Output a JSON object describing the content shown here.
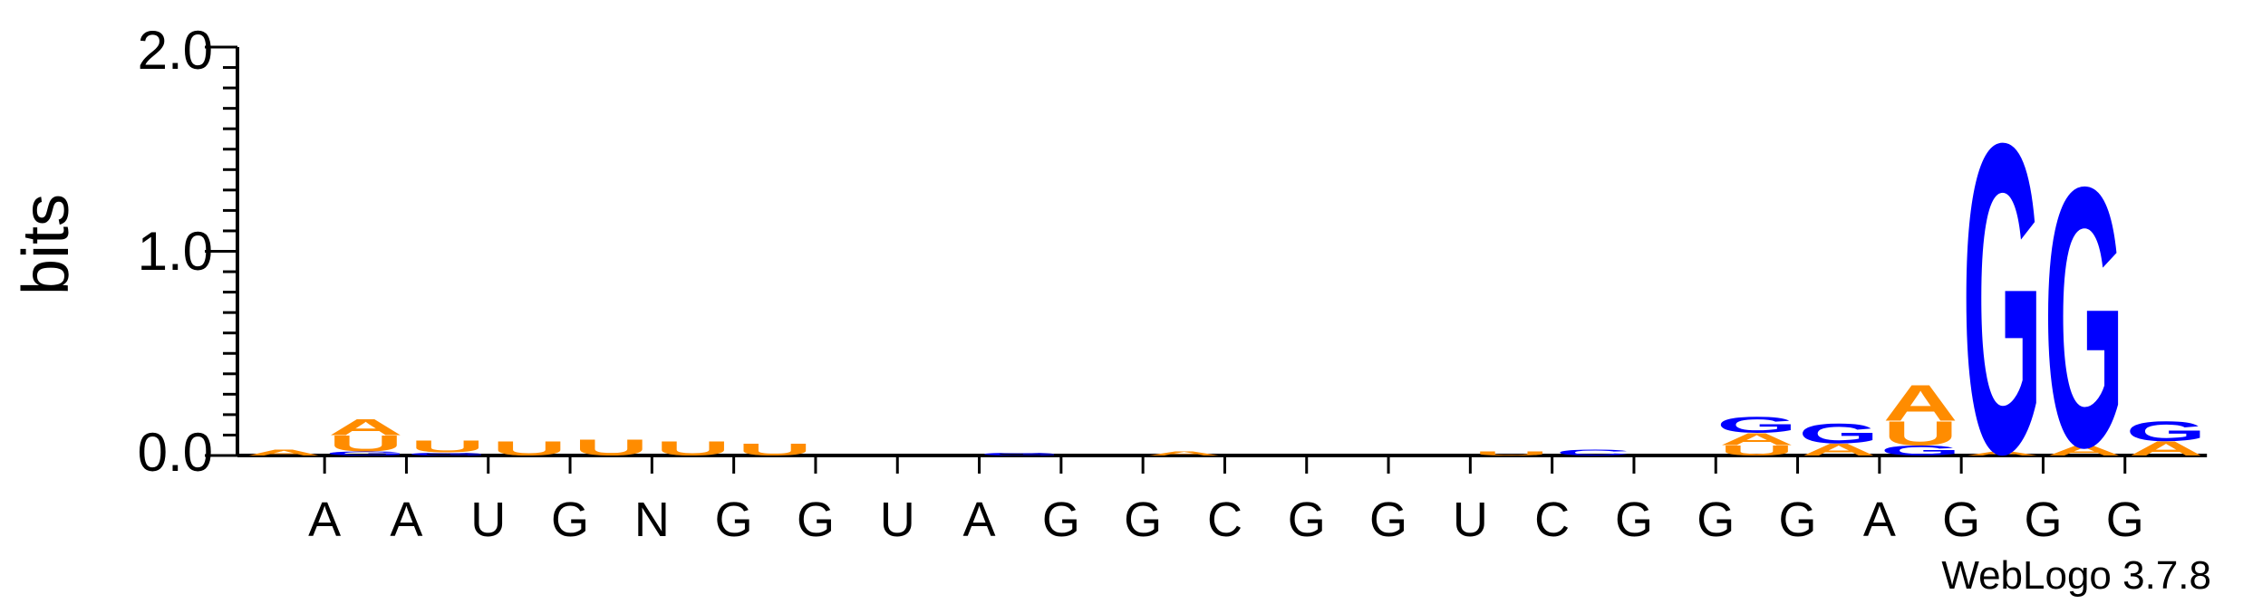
{
  "chart_data": {
    "type": "sequence-logo",
    "ylabel": "bits",
    "ylim": [
      0,
      2.0
    ],
    "y_ticks": [
      "0.0",
      "1.0",
      "2.0"
    ],
    "x_labels": [
      "A",
      "A",
      "U",
      "G",
      "N",
      "G",
      "G",
      "U",
      "A",
      "G",
      "G",
      "C",
      "G",
      "G",
      "U",
      "C",
      "G",
      "G",
      "G",
      "A",
      "G",
      "G",
      "G"
    ],
    "footer": "WebLogo 3.7.8",
    "colors": {
      "A": "#ff8c00",
      "U": "#ff8c00",
      "G": "#0000ff",
      "C": "#0000ff"
    },
    "positions": [
      [
        {
          "base": "A",
          "bits": 0.03
        }
      ],
      [
        {
          "base": "G",
          "bits": 0.02
        },
        {
          "base": "U",
          "bits": 0.08
        },
        {
          "base": "A",
          "bits": 0.08
        }
      ],
      [
        {
          "base": "G",
          "bits": 0.015
        },
        {
          "base": "U",
          "bits": 0.06
        }
      ],
      [
        {
          "base": "U",
          "bits": 0.07
        }
      ],
      [
        {
          "base": "U",
          "bits": 0.08
        }
      ],
      [
        {
          "base": "U",
          "bits": 0.07
        }
      ],
      [
        {
          "base": "U",
          "bits": 0.06
        }
      ],
      [],
      [],
      [
        {
          "base": "G",
          "bits": 0.015
        }
      ],
      [],
      [
        {
          "base": "A",
          "bits": 0.02
        }
      ],
      [],
      [],
      [],
      [
        {
          "base": "U",
          "bits": 0.02
        }
      ],
      [
        {
          "base": "C",
          "bits": 0.03
        }
      ],
      [],
      [
        {
          "base": "U",
          "bits": 0.05
        },
        {
          "base": "A",
          "bits": 0.06
        },
        {
          "base": "G",
          "bits": 0.08
        }
      ],
      [
        {
          "base": "A",
          "bits": 0.06
        },
        {
          "base": "G",
          "bits": 0.1
        }
      ],
      [
        {
          "base": "G",
          "bits": 0.05
        },
        {
          "base": "U",
          "bits": 0.12
        },
        {
          "base": "A",
          "bits": 0.18
        }
      ],
      [
        {
          "base": "A",
          "bits": 0.02
        },
        {
          "base": "G",
          "bits": 1.55
        }
      ],
      [
        {
          "base": "A",
          "bits": 0.05
        },
        {
          "base": "G",
          "bits": 1.3
        }
      ],
      [
        {
          "base": "A",
          "bits": 0.07
        },
        {
          "base": "G",
          "bits": 0.1
        }
      ]
    ]
  }
}
